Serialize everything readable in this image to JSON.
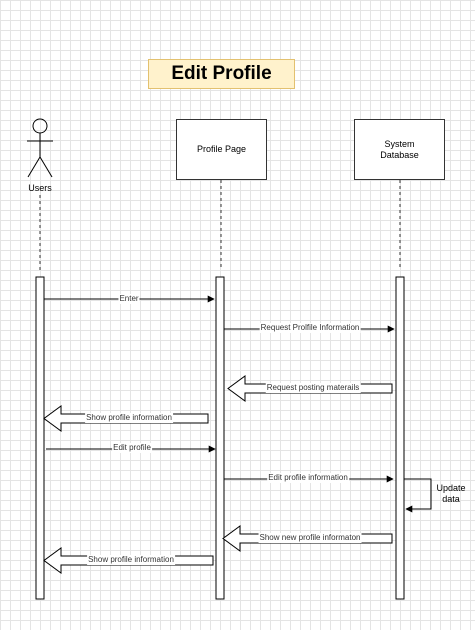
{
  "title": "Edit Profile",
  "participants": {
    "users": "Users",
    "profile_page": "Profile Page",
    "system_database": "System\nDatabase"
  },
  "messages": [
    {
      "label": "Enter",
      "from": "users",
      "to": "profile_page",
      "kind": "sync"
    },
    {
      "label": "Request Prolfile Information",
      "from": "profile_page",
      "to": "system_database",
      "kind": "sync"
    },
    {
      "label": "Request posting materails",
      "from": "system_database",
      "to": "profile_page",
      "kind": "return"
    },
    {
      "label": "Show  profile information",
      "from": "profile_page",
      "to": "users",
      "kind": "return"
    },
    {
      "label": "Edit profile",
      "from": "users",
      "to": "profile_page",
      "kind": "sync"
    },
    {
      "label": "Edit profile information",
      "from": "profile_page",
      "to": "system_database",
      "kind": "sync"
    },
    {
      "label": "Show new profile informaton",
      "from": "system_database",
      "to": "profile_page",
      "kind": "return"
    },
    {
      "label": "Show profile information",
      "from": "profile_page",
      "to": "users",
      "kind": "return"
    }
  ],
  "self_message": {
    "label": "Update\ndata",
    "on": "system_database"
  }
}
